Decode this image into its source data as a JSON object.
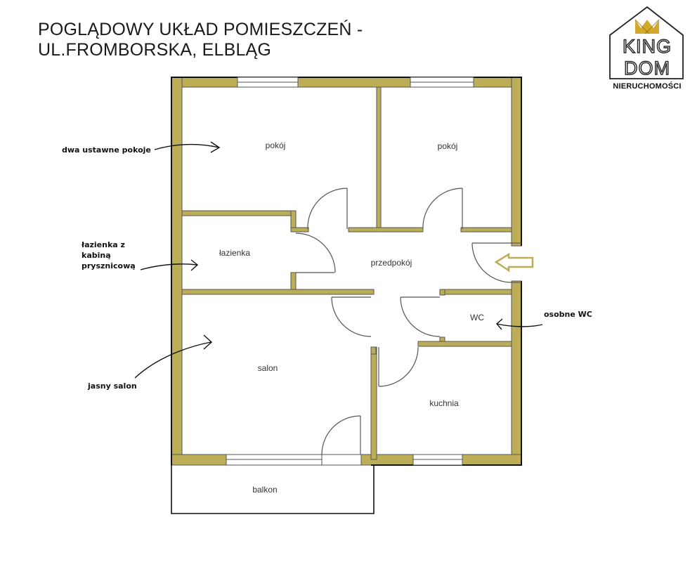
{
  "header": {
    "title_line1": "POGLĄDOWY UKŁAD POMIESZCZEŃ -",
    "title_line2": "UL.FROMBORSKA, ELBLĄG"
  },
  "logo": {
    "line1": "KING",
    "line2": "DOM",
    "subtitle": "NIERUCHOMOŚCI",
    "icon": "crown-icon",
    "crown_color": "#D4A82B"
  },
  "colors": {
    "wall": "#BCAE56",
    "wall_outline": "#222222",
    "entrance_arrow": "#BCAE56"
  },
  "rooms": [
    {
      "id": "pokoj-1",
      "label": "pokój"
    },
    {
      "id": "pokoj-2",
      "label": "pokój"
    },
    {
      "id": "lazienka",
      "label": "łazienka"
    },
    {
      "id": "przedpokoj",
      "label": "przedpokój"
    },
    {
      "id": "wc",
      "label": "WC"
    },
    {
      "id": "salon",
      "label": "salon"
    },
    {
      "id": "kuchnia",
      "label": "kuchnia"
    },
    {
      "id": "balkon",
      "label": "balkon"
    }
  ],
  "annotations": [
    {
      "id": "rooms-note",
      "text": "dwa ustawne pokoje"
    },
    {
      "id": "bath-note",
      "lines": [
        "łazienka z",
        "kabiną",
        "prysznicową"
      ]
    },
    {
      "id": "salon-note",
      "text": "jasny salon"
    },
    {
      "id": "wc-note",
      "text": "osobne WC"
    }
  ],
  "entrance": {
    "icon": "entrance-arrow-icon"
  }
}
